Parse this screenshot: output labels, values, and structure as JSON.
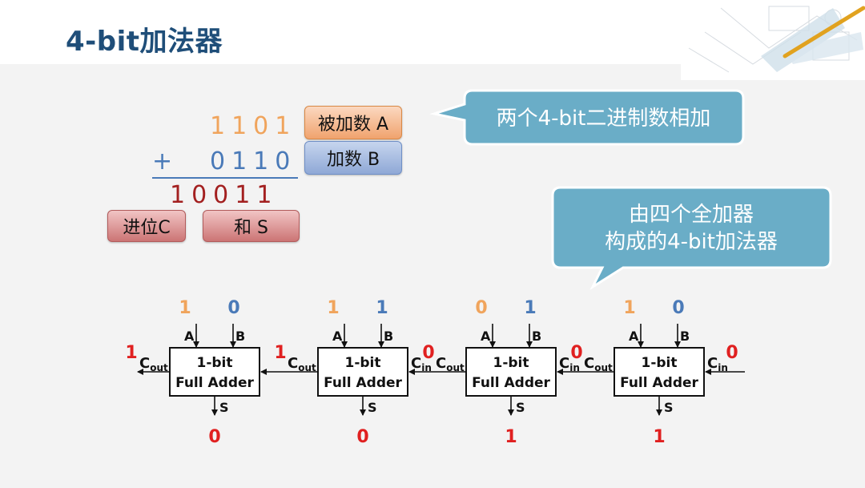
{
  "title": "4-bit加法器",
  "arithmetic": {
    "row_a": "1101",
    "row_b": "0110",
    "plus": "+",
    "sum": "10011",
    "label_a": "被加数 A",
    "label_b": "加数 B",
    "label_carry": "进位C",
    "label_sum": "和 S"
  },
  "callouts": {
    "c1": "两个4-bit二进制数相加",
    "c2_line1": "由四个全加器",
    "c2_line2": "构成的4-bit加法器"
  },
  "adders": [
    {
      "a": "1",
      "b": "0",
      "cout": "1",
      "s": "0",
      "line1": "1-bit",
      "line2": "Full Adder"
    },
    {
      "a": "1",
      "b": "1",
      "cout": "1",
      "s": "0",
      "line1": "1-bit",
      "line2": "Full Adder"
    },
    {
      "a": "0",
      "b": "1",
      "cout": "0",
      "s": "1",
      "line1": "1-bit",
      "line2": "Full Adder"
    },
    {
      "a": "1",
      "b": "0",
      "cout": "0",
      "s": "1",
      "line1": "1-bit",
      "line2": "Full Adder"
    }
  ],
  "carry_in_first": "0",
  "pin_labels": {
    "a": "A",
    "b": "B",
    "s": "S",
    "c": "C",
    "out": "out",
    "in": "in"
  },
  "colors": {
    "title": "#1f4e79",
    "a_bit": "#f0a45c",
    "b_bit": "#4a7ab8",
    "result": "#e02020",
    "callout": "#6aadc7"
  }
}
